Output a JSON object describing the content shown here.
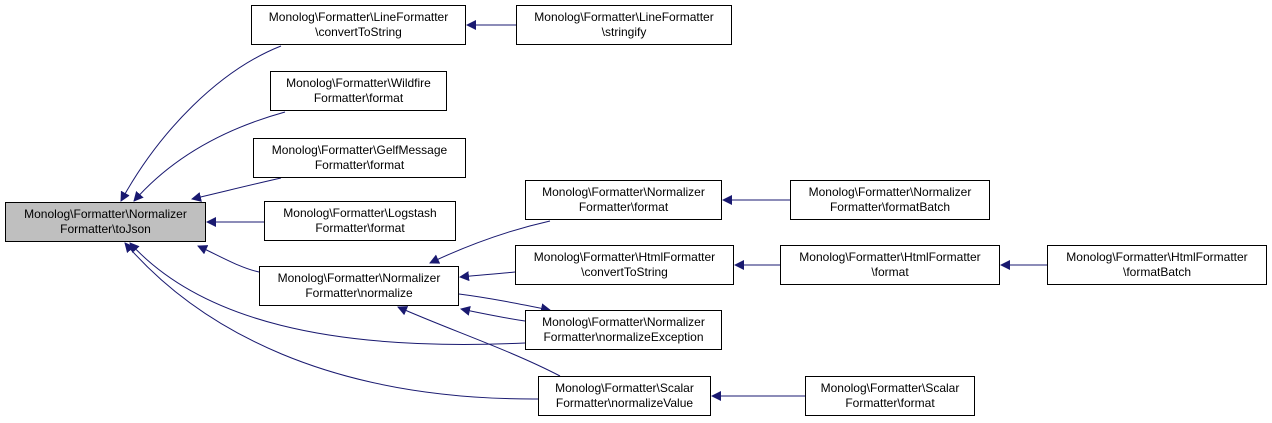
{
  "colors": {
    "edge": "#191970",
    "node_border": "#000000",
    "selected_fill": "#bfbfbf",
    "node_fill": "#ffffff"
  },
  "nodes": [
    {
      "id": "n0",
      "line1": "Monolog\\Formatter\\Normalizer",
      "line2": "Formatter\\toJson",
      "selected": true
    },
    {
      "id": "n1",
      "line1": "Monolog\\Formatter\\LineFormatter",
      "line2": "\\convertToString"
    },
    {
      "id": "n2",
      "line1": "Monolog\\Formatter\\LineFormatter",
      "line2": "\\stringify"
    },
    {
      "id": "n3",
      "line1": "Monolog\\Formatter\\Wildfire",
      "line2": "Formatter\\format"
    },
    {
      "id": "n4",
      "line1": "Monolog\\Formatter\\GelfMessage",
      "line2": "Formatter\\format"
    },
    {
      "id": "n5",
      "line1": "Monolog\\Formatter\\Logstash",
      "line2": "Formatter\\format"
    },
    {
      "id": "n6",
      "line1": "Monolog\\Formatter\\Normalizer",
      "line2": "Formatter\\normalize"
    },
    {
      "id": "n7",
      "line1": "Monolog\\Formatter\\Normalizer",
      "line2": "Formatter\\format"
    },
    {
      "id": "n8",
      "line1": "Monolog\\Formatter\\Normalizer",
      "line2": "Formatter\\formatBatch"
    },
    {
      "id": "n9",
      "line1": "Monolog\\Formatter\\HtmlFormatter",
      "line2": "\\convertToString"
    },
    {
      "id": "n10",
      "line1": "Monolog\\Formatter\\HtmlFormatter",
      "line2": "\\format"
    },
    {
      "id": "n11",
      "line1": "Monolog\\Formatter\\HtmlFormatter",
      "line2": "\\formatBatch"
    },
    {
      "id": "n12",
      "line1": "Monolog\\Formatter\\Normalizer",
      "line2": "Formatter\\normalizeException"
    },
    {
      "id": "n13",
      "line1": "Monolog\\Formatter\\Scalar",
      "line2": "Formatter\\normalizeValue"
    },
    {
      "id": "n14",
      "line1": "Monolog\\Formatter\\Scalar",
      "line2": "Formatter\\format"
    }
  ],
  "edges": [
    {
      "from": "n1",
      "to": "n0"
    },
    {
      "from": "n3",
      "to": "n0"
    },
    {
      "from": "n4",
      "to": "n0"
    },
    {
      "from": "n5",
      "to": "n0"
    },
    {
      "from": "n6",
      "to": "n0"
    },
    {
      "from": "n12",
      "to": "n0"
    },
    {
      "from": "n13",
      "to": "n0"
    },
    {
      "from": "n2",
      "to": "n1"
    },
    {
      "from": "n7",
      "to": "n6"
    },
    {
      "from": "n9",
      "to": "n6"
    },
    {
      "from": "n12",
      "to": "n6"
    },
    {
      "from": "n13",
      "to": "n6"
    },
    {
      "from": "n6",
      "to": "n12"
    },
    {
      "from": "n8",
      "to": "n7"
    },
    {
      "from": "n10",
      "to": "n9"
    },
    {
      "from": "n11",
      "to": "n10"
    },
    {
      "from": "n14",
      "to": "n13"
    }
  ]
}
